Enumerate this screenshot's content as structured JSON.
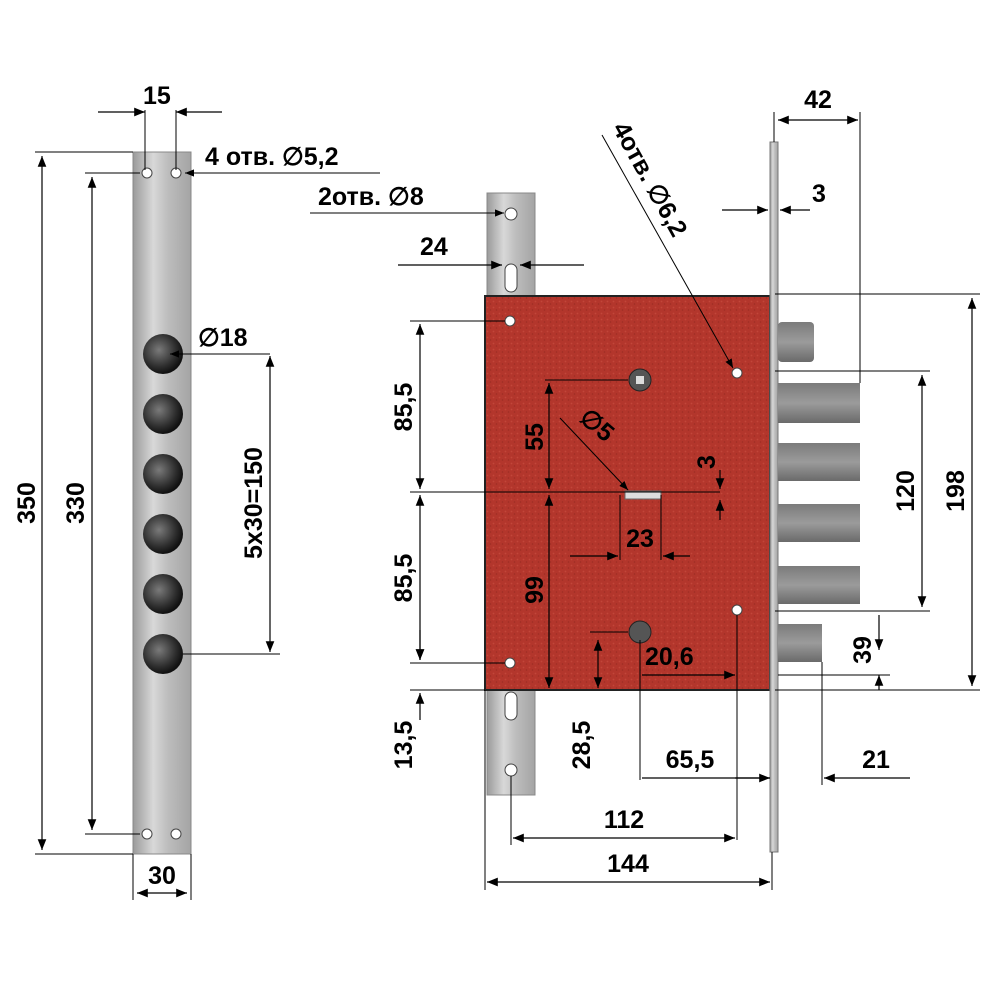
{
  "strip_left": {
    "width_top": "15",
    "holes_callout": "4 отв. ∅5,2",
    "total_length": "350",
    "hole_spacing": "330",
    "pin_diameter": "∅18",
    "pin_pitch": "5x30=150",
    "width_bottom": "30"
  },
  "lock_body": {
    "mount_holes_callout": "2отв. ∅8",
    "mount_tab_width": "24",
    "case_holes_callout": "4отв. ∅6,2",
    "faceplate_offset": "42",
    "faceplate_thickness": "3",
    "upper_half": "85,5",
    "lower_half": "85,5",
    "spindle_offset": "55",
    "spindle_hole": "∅5",
    "slot_height": "3",
    "slot_width": "23",
    "cyl_offset": "99",
    "bolt_span": "120",
    "faceplate_height": "198",
    "latch_height": "39",
    "hole_spacing_small": "20,6",
    "bottom_offset_left": "13,5",
    "cyl_from_bottom": "28,5",
    "backset": "65,5",
    "latch_width": "21",
    "hole_span": "112",
    "body_width": "144"
  },
  "colors": {
    "case_red": "#b3362c",
    "steel": "#b8b8b8",
    "line": "#000000"
  }
}
